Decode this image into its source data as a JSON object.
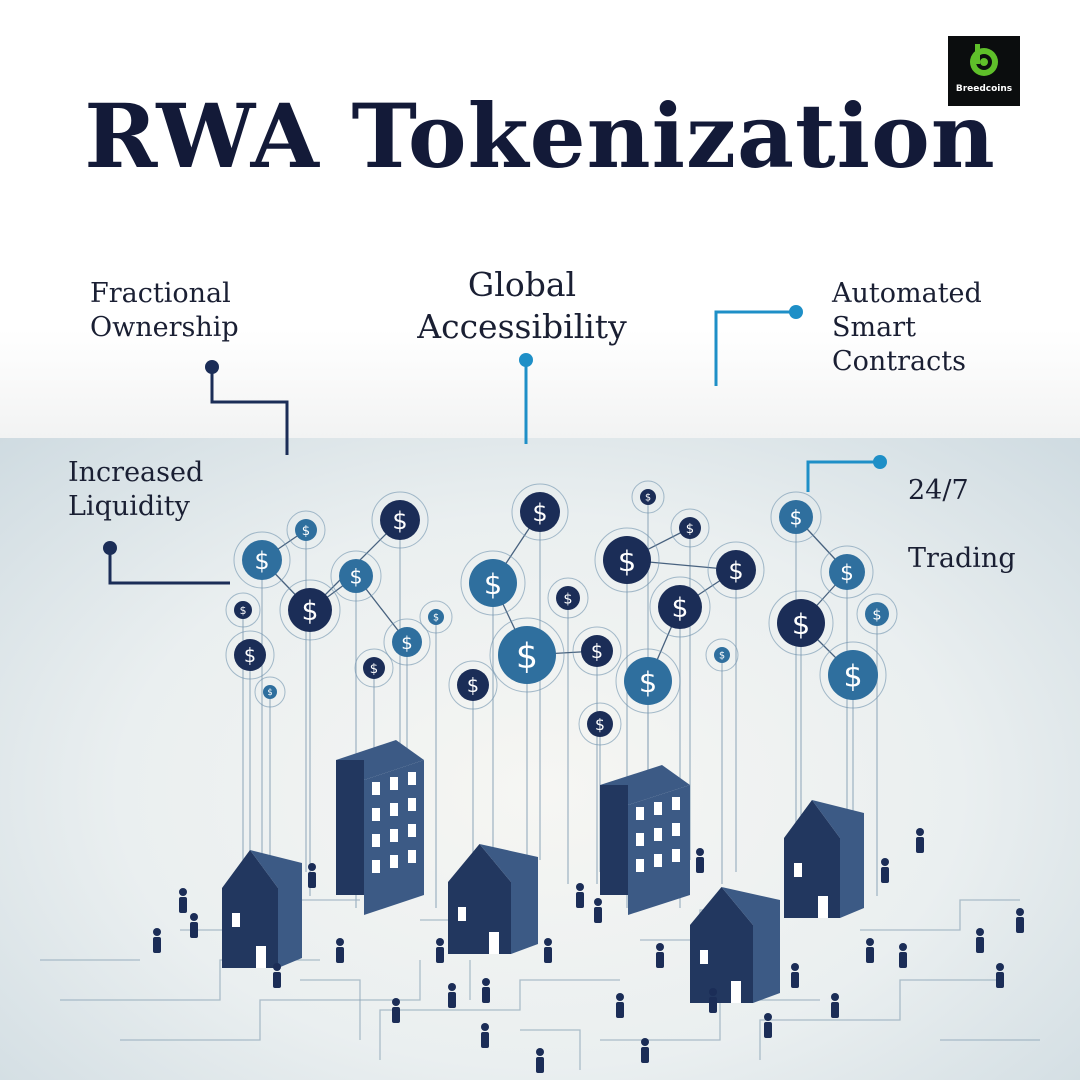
{
  "title": "RWA Tokenization",
  "brand": {
    "name": "Breedcoins",
    "logo_icon": "breedcoins-b-icon",
    "logo_color": "#5fbf2a"
  },
  "features": {
    "fractional": "Fractional\nOwnership",
    "global": "Global\nAccessibility",
    "automated": "Automated\nSmart\nContracts",
    "liquidity": "Increased\nLiquidity",
    "trading_line1": "24/7",
    "trading_line2": "Trading"
  },
  "coin_symbol": "$",
  "colors": {
    "title": "#131a38",
    "navy": "#1b2d57",
    "blue": "#2f6f9e",
    "accent": "#1e8fc7",
    "building": "#3c5a85",
    "building_dark": "#22375f"
  }
}
